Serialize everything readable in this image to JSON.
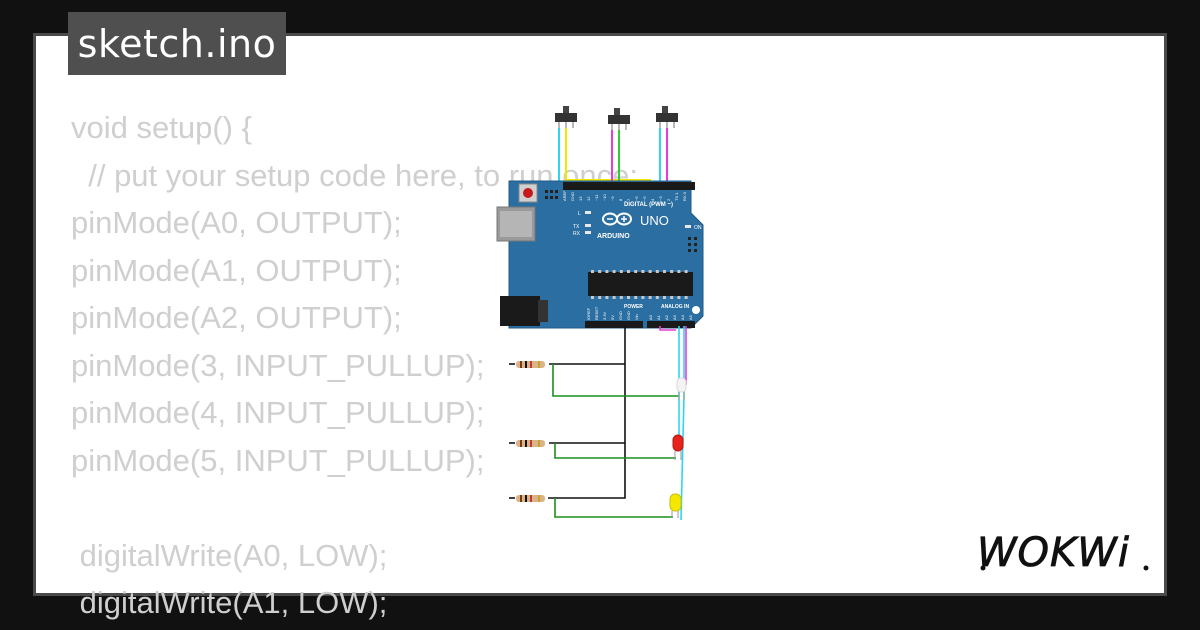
{
  "tab": {
    "title": "sketch.ino"
  },
  "code_lines": [
    "void setup() {",
    "  // put your setup code here, to run once:",
    "pinMode(A0, OUTPUT);",
    "pinMode(A1, OUTPUT);",
    "pinMode(A2, OUTPUT);",
    "pinMode(3, INPUT_PULLUP);",
    "pinMode(4, INPUT_PULLUP);",
    "pinMode(5, INPUT_PULLUP);",
    "",
    " digitalWrite(A0, LOW);",
    " digitalWrite(A1, LOW);"
  ],
  "board": {
    "model_label": "UNO",
    "brand_label": "ARDUINO",
    "digital_header_label": "DIGITAL (PWM ~)",
    "power_label": "POWER",
    "analog_label": "ANALOG IN",
    "on_label": "ON",
    "led_labels": [
      "L",
      "TX",
      "RX"
    ],
    "power_pins": [
      "IOREF",
      "RESET",
      "3.3V",
      "5V",
      "GND",
      "GND",
      "Vin"
    ],
    "analog_pins": [
      "A0",
      "A1",
      "A2",
      "A3",
      "A4",
      "A5"
    ],
    "digital_pins": [
      "AREF",
      "GND",
      "13",
      "12",
      "~11",
      "~10",
      "~9",
      "8",
      "7",
      "~6",
      "~5",
      "4",
      "~3",
      "2",
      "TX 1",
      "RX 0"
    ]
  },
  "logo": {
    "text": "WOKWi"
  },
  "colors": {
    "background": "#111111",
    "card": "#ffffff",
    "code_text": "#cfcfcf",
    "tab_bg": "#4f4f4f",
    "board": "#2b6ea1",
    "wire_cyan": "#2ed5f0",
    "wire_yellow": "#f5e600",
    "wire_magenta": "#e83ad8",
    "wire_green": "#1a8f1a",
    "wire_black": "#111111",
    "led_red": "#e8231b",
    "led_yellow": "#f5e800"
  }
}
